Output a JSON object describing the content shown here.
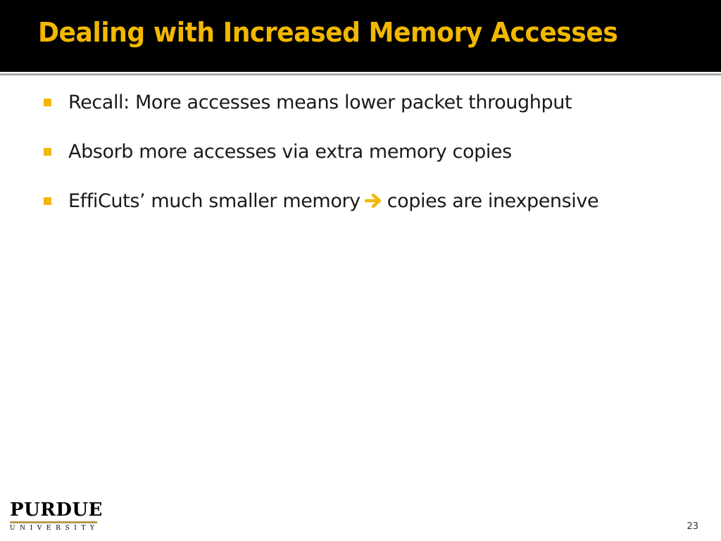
{
  "slide": {
    "title": "Dealing with Increased Memory Accesses",
    "page_number": "23",
    "bullets": [
      {
        "text": "Recall: More accesses means lower packet throughput"
      },
      {
        "text": "Absorb more accesses via extra memory copies"
      },
      {
        "text_before": "EffiCuts’ much smaller memory",
        "icon": "right-arrow-icon",
        "text_after": "copies are inexpensive"
      }
    ]
  },
  "logo": {
    "name": "PURDUE",
    "subtitle": "UNIVERSITY"
  },
  "colors": {
    "title_background": "#000000",
    "title_text": "#f2b800",
    "bullet_marker": "#f2b800",
    "body_text": "#1a1a1a",
    "logo_rule": "#b59a57"
  }
}
